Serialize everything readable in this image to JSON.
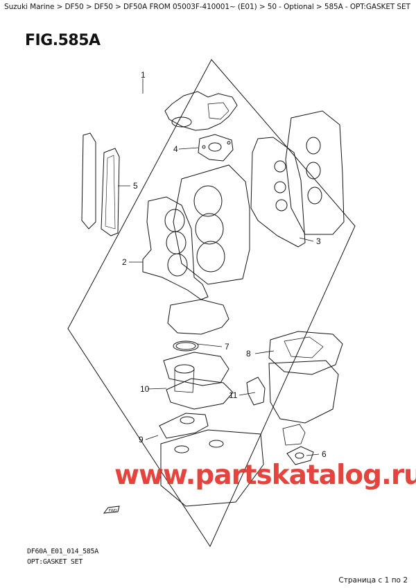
{
  "breadcrumb": "Suzuki Marine > DF50 > DF50 > DF50A FROM 05003F-410001~ (E01) > 50 - Optional > 585A - OPT:GASKET SET",
  "figure": {
    "title": "FIG.585A",
    "code": "DF60A_E01_014_585A",
    "subtitle": "OPT:GASKET SET",
    "fwd_label": "FWD"
  },
  "callouts": [
    "1",
    "2",
    "3",
    "4",
    "5",
    "6",
    "7",
    "8",
    "9",
    "10",
    "11"
  ],
  "watermark": "www.partskatalog.ru",
  "pager": "Страница с 1 по 2",
  "colors": {
    "watermark": "#e0302a",
    "lines": "#111111"
  }
}
